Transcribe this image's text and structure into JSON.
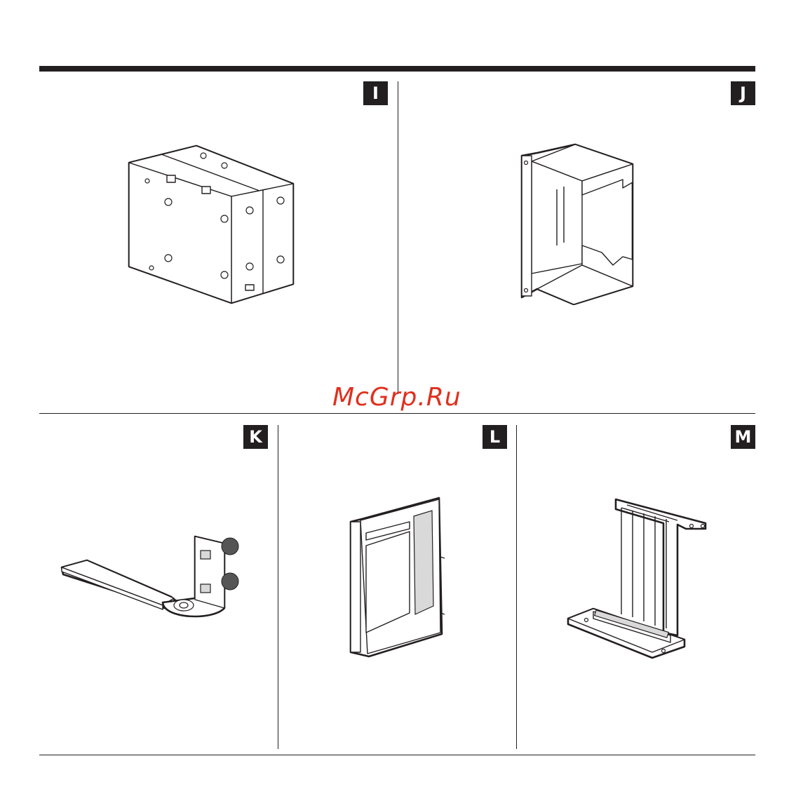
{
  "panels": [
    {
      "label": "I"
    },
    {
      "label": "J"
    },
    {
      "label": "K"
    },
    {
      "label": "L"
    },
    {
      "label": "M"
    }
  ],
  "watermark": "McGrp.Ru",
  "colors": {
    "ink": "#231f20",
    "watermark": "#e0301e",
    "background": "#ffffff"
  }
}
